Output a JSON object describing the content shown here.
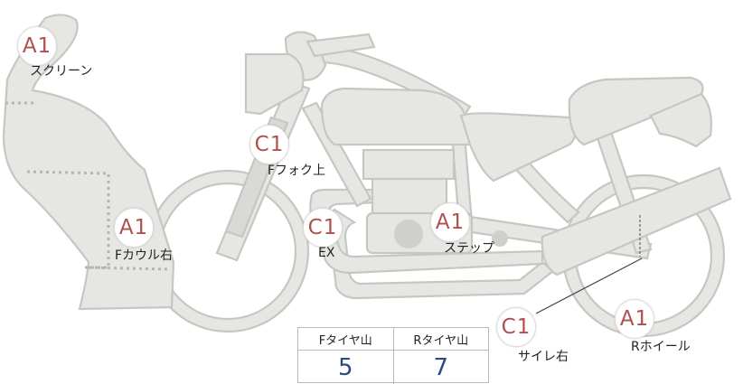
{
  "markers": [
    {
      "id": "screen",
      "grade": "A1",
      "label": "スクリーン"
    },
    {
      "id": "fork",
      "grade": "C1",
      "label": "Fフォク上"
    },
    {
      "id": "cowl",
      "grade": "A1",
      "label": "Fカウル右"
    },
    {
      "id": "exhaust",
      "grade": "C1",
      "label": "EX"
    },
    {
      "id": "step",
      "grade": "A1",
      "label": "ステップ"
    },
    {
      "id": "side",
      "grade": "C1",
      "label": "サイレ右"
    },
    {
      "id": "rwheel",
      "grade": "A1",
      "label": "Rホイール"
    }
  ],
  "tread": {
    "front_label": "Fタイヤ山",
    "rear_label": "Rタイヤ山",
    "front_value": "5",
    "rear_value": "7"
  },
  "colors": {
    "badge_text": "#b0504e",
    "value_text": "#2d4a7e",
    "part_fill": "#e6e6e3",
    "part_stroke": "#c6c6c2"
  }
}
